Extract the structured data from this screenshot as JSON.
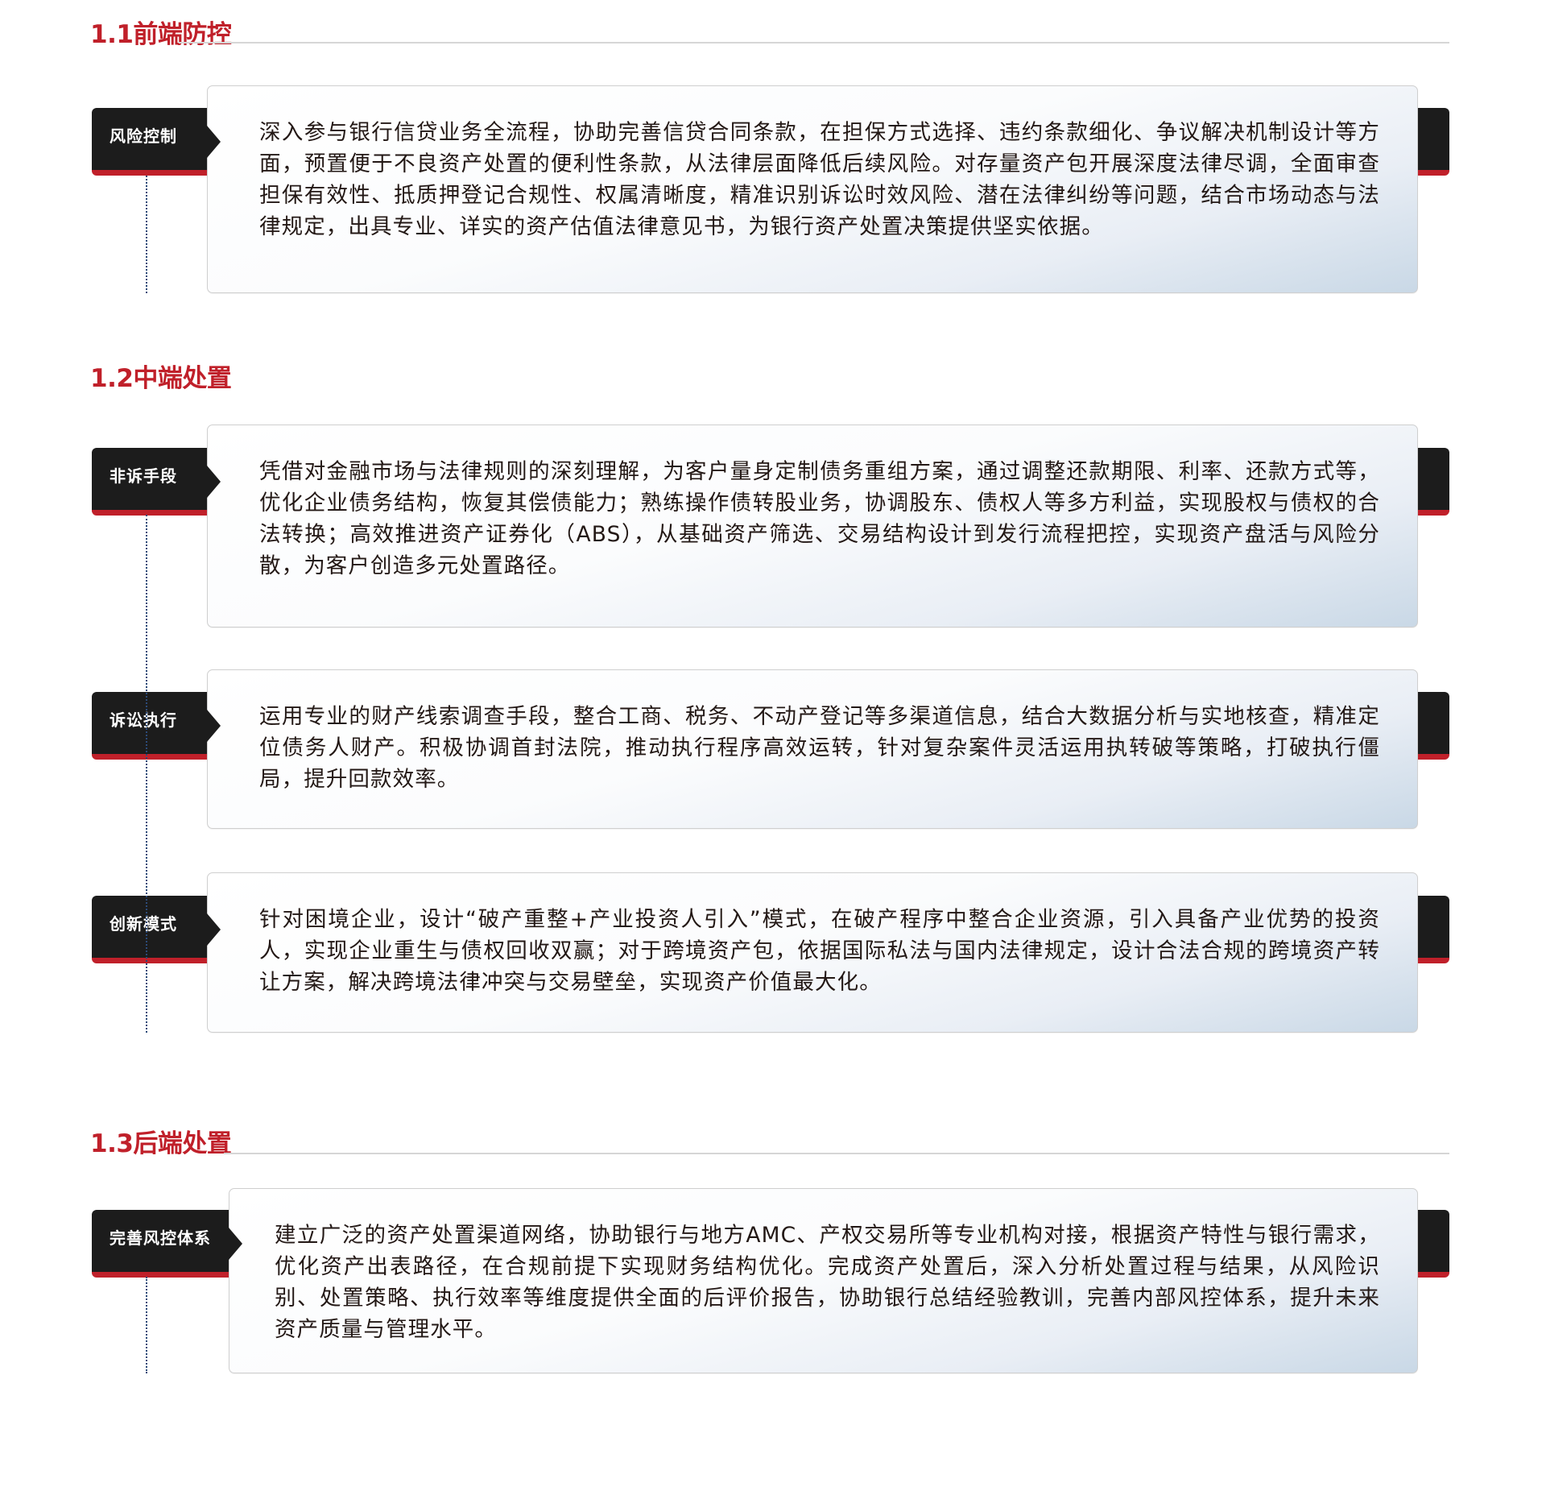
{
  "sections": [
    {
      "title": "1.1前端防控",
      "items": [
        {
          "tag": "风险控制",
          "text": "深入参与银行信贷业务全流程，协助完善信贷合同条款，在担保方式选择、违约条款细化、争议解决机制设计等方面，预置便于不良资产处置的便利性条款，从法律层面降低后续风险。对存量资产包开展深度法律尽调，全面审查担保有效性、抵质押登记合规性、权属清晰度，精准识别诉讼时效风险、潜在法律纠纷等问题，结合市场动态与法律规定，出具专业、详实的资产估值法律意见书，为银行资产处置决策提供坚实依据。"
        }
      ]
    },
    {
      "title": "1.2中端处置",
      "items": [
        {
          "tag": "非诉手段",
          "text": "凭借对金融市场与法律规则的深刻理解，为客户量身定制债务重组方案，通过调整还款期限、利率、还款方式等，优化企业债务结构，恢复其偿债能力；熟练操作债转股业务，协调股东、债权人等多方利益，实现股权与债权的合法转换；高效推进资产证券化（ABS），从基础资产筛选、交易结构设计到发行流程把控，实现资产盘活与风险分散，为客户创造多元处置路径。"
        },
        {
          "tag": "诉讼执行",
          "text": "运用专业的财产线索调查手段，整合工商、税务、不动产登记等多渠道信息，结合大数据分析与实地核查，精准定位债务人财产。积极协调首封法院，推动执行程序高效运转，针对复杂案件灵活运用执转破等策略，打破执行僵局，提升回款效率。"
        },
        {
          "tag": "创新模式",
          "text": "针对困境企业，设计“破产重整+产业投资人引入”模式，在破产程序中整合企业资源，引入具备产业优势的投资人，实现企业重生与债权回收双赢；对于跨境资产包，依据国际私法与国内法律规定，设计合法合规的跨境资产转让方案，解决跨境法律冲突与交易壁垒，实现资产价值最大化。"
        }
      ]
    },
    {
      "title": "1.3后端处置",
      "items": [
        {
          "tag": "完善风控体系",
          "text": "建立广泛的资产处置渠道网络，协助银行与地方AMC、产权交易所等专业机构对接，根据资产特性与银行需求，优化资产出表路径，在合规前提下实现财务结构优化。完成资产处置后，深入分析处置过程与结果，从风险识别、处置策略、执行效率等维度提供全面的后评价报告，协助银行总结经验教训，完善内部风控体系，提升未来资产质量与管理水平。"
        }
      ]
    }
  ],
  "colors": {
    "accent_red": "#c0202a",
    "tag_black": "#1c1c1c",
    "body_text": "#231815",
    "rule_gray": "#d6d6d6"
  }
}
